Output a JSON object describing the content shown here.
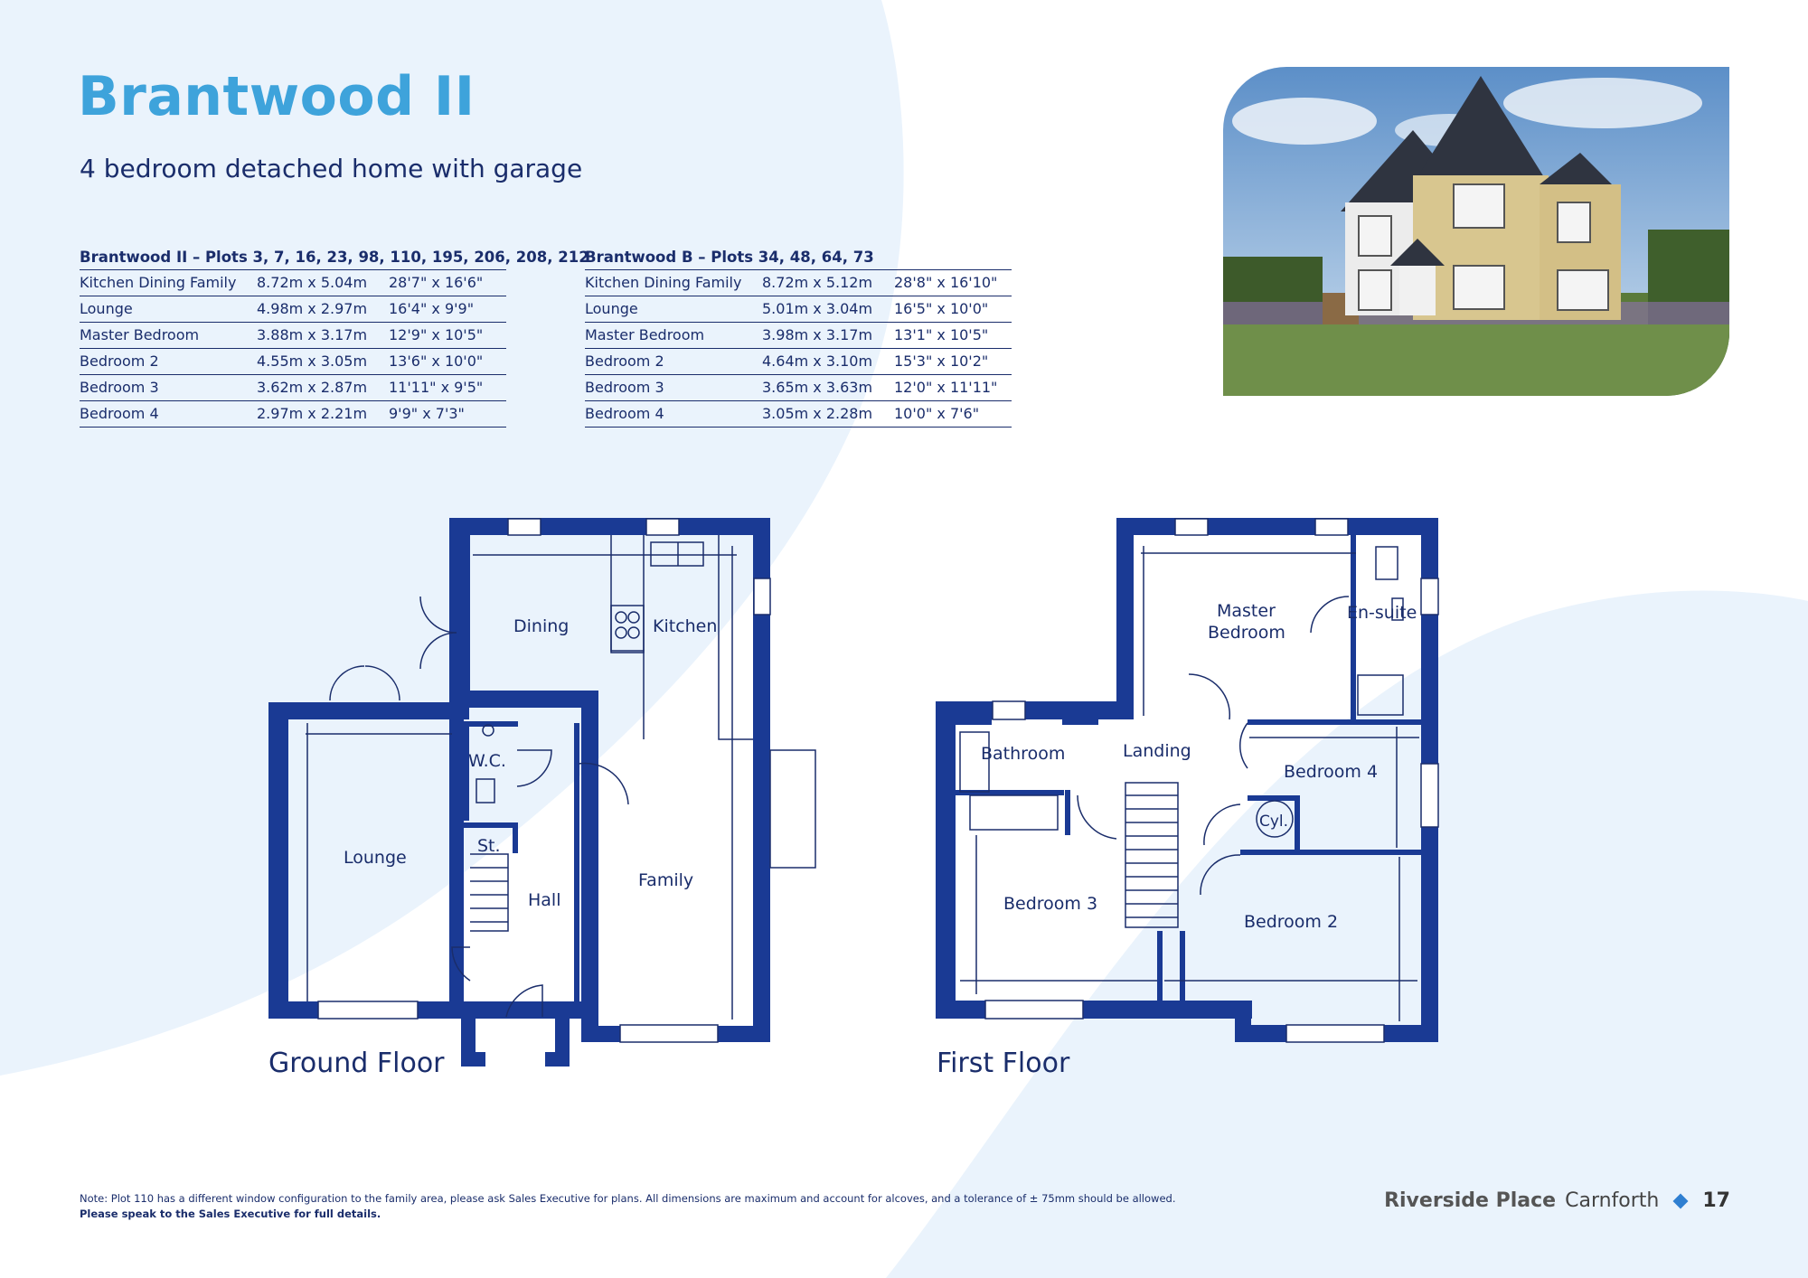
{
  "title": "Brantwood II",
  "subtitle": "4 bedroom detached home with garage",
  "tables": [
    {
      "header": "Brantwood II – Plots 3, 7, 16, 23, 98, 110, 195, 206, 208, 212",
      "rows": [
        {
          "room": "Kitchen Dining Family",
          "metric": "8.72m x 5.04m",
          "imperial": "28'7\" x 16'6\""
        },
        {
          "room": "Lounge",
          "metric": "4.98m x 2.97m",
          "imperial": "16'4\" x 9'9\""
        },
        {
          "room": "Master Bedroom",
          "metric": "3.88m x 3.17m",
          "imperial": "12'9\" x 10'5\""
        },
        {
          "room": "Bedroom 2",
          "metric": "4.55m x 3.05m",
          "imperial": "13'6\" x 10'0\""
        },
        {
          "room": "Bedroom 3",
          "metric": "3.62m x 2.87m",
          "imperial": "11'11\" x 9'5\""
        },
        {
          "room": "Bedroom 4",
          "metric": "2.97m x 2.21m",
          "imperial": "9'9\" x 7'3\""
        }
      ]
    },
    {
      "header": "Brantwood B – Plots 34, 48, 64, 73",
      "rows": [
        {
          "room": "Kitchen Dining Family",
          "metric": "8.72m x 5.12m",
          "imperial": "28'8\" x 16'10\""
        },
        {
          "room": "Lounge",
          "metric": "5.01m x 3.04m",
          "imperial": "16'5\" x 10'0\""
        },
        {
          "room": "Master Bedroom",
          "metric": "3.98m x 3.17m",
          "imperial": "13'1\" x 10'5\""
        },
        {
          "room": "Bedroom 2",
          "metric": "4.64m x 3.10m",
          "imperial": "15'3\" x 10'2\""
        },
        {
          "room": "Bedroom 3",
          "metric": "3.65m x 3.63m",
          "imperial": "12'0\" x 11'11\""
        },
        {
          "room": "Bedroom 4",
          "metric": "3.05m x 2.28m",
          "imperial": "10'0\" x 7'6\""
        }
      ]
    }
  ],
  "ground_floor": {
    "label": "Ground Floor",
    "rooms": {
      "dining": "Dining",
      "kitchen": "Kitchen",
      "wc": "W.C.",
      "store": "St.",
      "lounge": "Lounge",
      "hall": "Hall",
      "family": "Family"
    }
  },
  "first_floor": {
    "label": "First Floor",
    "rooms": {
      "master_line1": "Master",
      "master_line2": "Bedroom",
      "ensuite": "En-suite",
      "bathroom": "Bathroom",
      "landing": "Landing",
      "bedroom4": "Bedroom 4",
      "cylinder": "Cyl.",
      "bedroom3": "Bedroom 3",
      "bedroom2": "Bedroom 2"
    }
  },
  "note": {
    "line1": "Note: Plot 110 has a different window configuration to the family area, please ask Sales Executive for plans. All dimensions are maximum and account for alcoves, and a tolerance of ± 75mm should be allowed.",
    "line2": "Please speak to the Sales Executive for full details."
  },
  "footer": {
    "development": "Riverside Place",
    "town": "Carnforth",
    "page_number": "17"
  },
  "colors": {
    "title_blue": "#3ea3db",
    "navy": "#1a2d6b",
    "wall_blue": "#1a3a94",
    "bg_light_blue": "#eaf3fc"
  }
}
